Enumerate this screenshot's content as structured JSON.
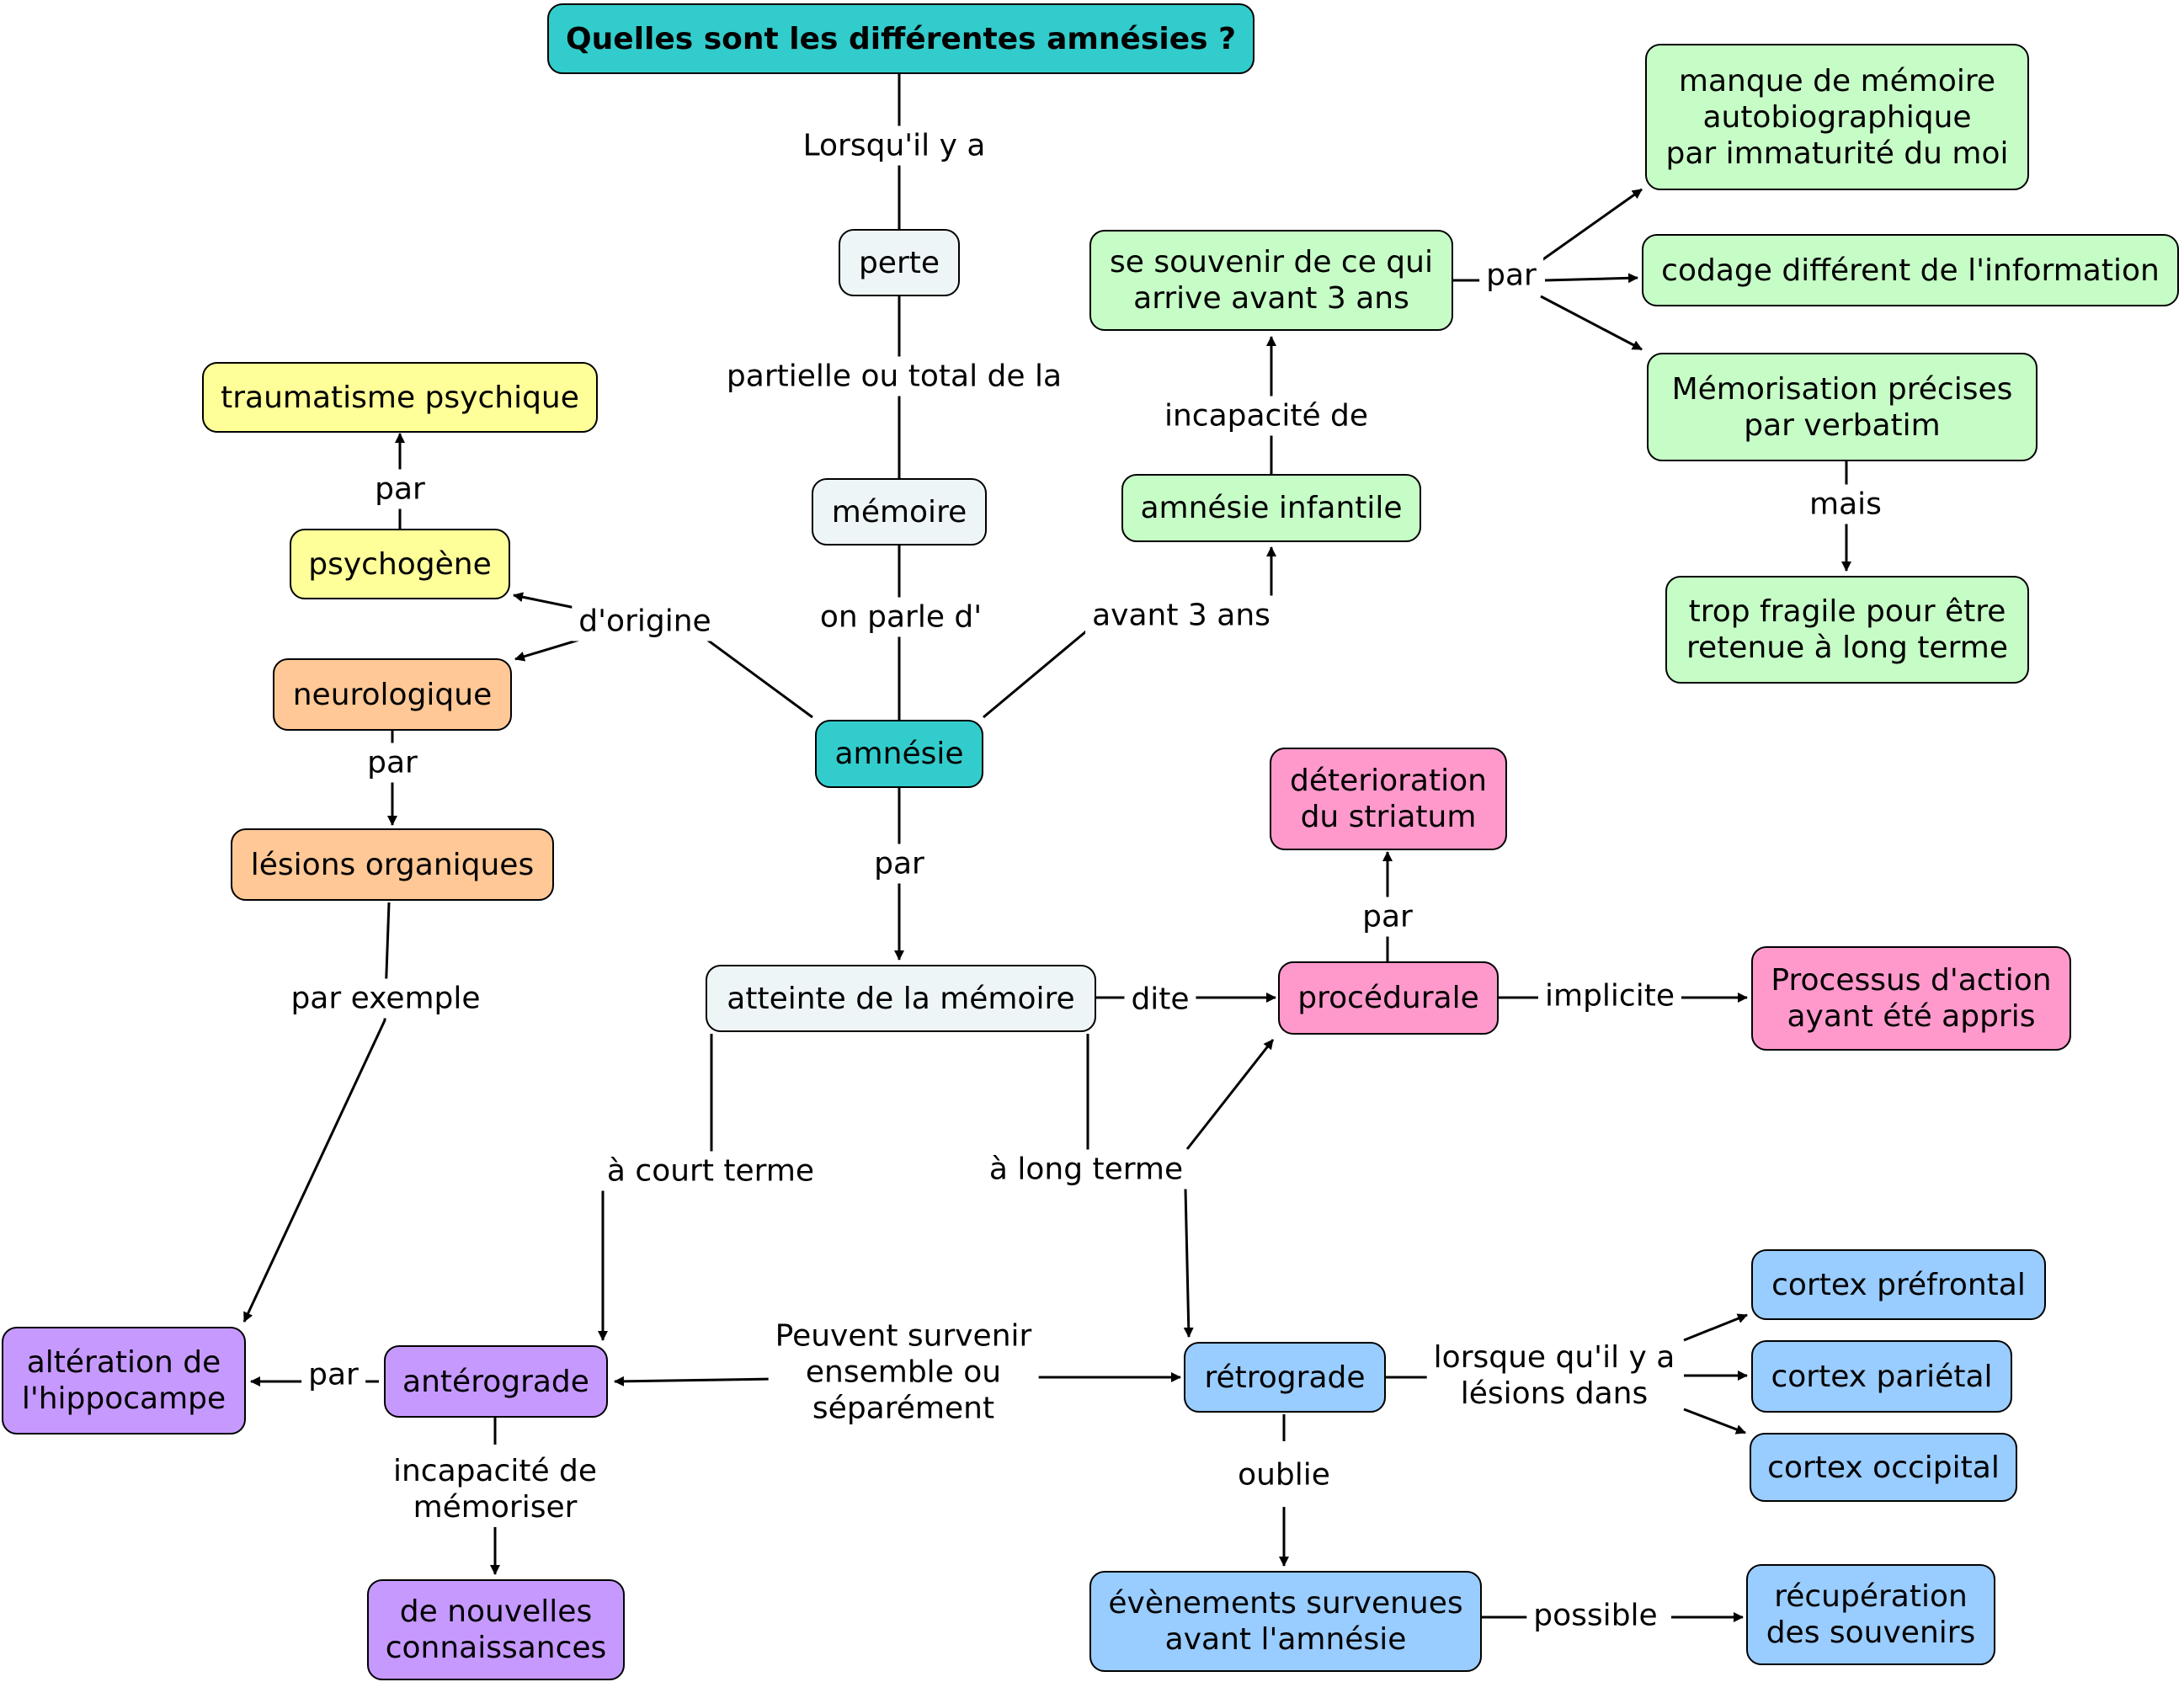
{
  "colors": {
    "teal": "#33cccc",
    "light": "#eef5f7",
    "green": "#c6fcc6",
    "yellow": "#ffff99",
    "orange": "#ffc896",
    "pink": "#ff99cc",
    "purple": "#c699ff",
    "blue": "#99ccff"
  },
  "nodes": {
    "title": "Quelles sont les différentes amnésies ?",
    "perte": "perte",
    "memoire": "mémoire",
    "amnesie": "amnésie",
    "atteinte": "atteinte de la mémoire",
    "souvenir": "se souvenir de ce qui\narrive avant 3 ans",
    "amnesie_infantile": "amnésie infantile",
    "manque_memoire": "manque de mémoire\nautobiographique\npar immaturité du moi",
    "codage": "codage différent de l'information",
    "memorisation": "Mémorisation précises\npar verbatim",
    "trop_fragile": "trop fragile pour être\nretenue à long terme",
    "traumatisme": "traumatisme psychique",
    "psychogene": "psychogène",
    "neurologique": "neurologique",
    "lesions": "lésions organiques",
    "deterioration": "déterioration\ndu striatum",
    "procedurale": "procédurale",
    "processus": "Processus d'action\nayant été appris",
    "alteration": "altération de\nl'hippocampe",
    "anterograde": "antérograde",
    "nouvelles": "de nouvelles\nconnaissances",
    "retrograde": "rétrograde",
    "prefrontal": "cortex préfrontal",
    "parietal": "cortex pariétal",
    "occipital": "cortex occipital",
    "evenements": "évènements survenues\navant l'amnésie",
    "recuperation": "récupération\ndes souvenirs"
  },
  "links": {
    "lorsquil": "Lorsqu'il y a",
    "partielle": "partielle ou total de la",
    "on_parle": "on parle d'",
    "avant3": "avant 3 ans",
    "incapacite_de": "incapacité de",
    "par_souvenir": "par",
    "mais": "mais",
    "dorigine": "d'origine",
    "par_psy": "par",
    "par_neuro": "par",
    "par_exemple": "par exemple",
    "par_amnesie": "par",
    "dite": "dite",
    "par_proc": "par",
    "implicite": "implicite",
    "court_terme": "à court terme",
    "long_terme": "à long terme",
    "peuvent": "Peuvent survenir\nensemble ou\nséparément",
    "par_antero": "par",
    "incapacite_memoriser": "incapacité de\nmémoriser",
    "lorsque_lesions": "lorsque qu'il y a\nlésions dans",
    "oublie": "oublie",
    "possible": "possible"
  }
}
